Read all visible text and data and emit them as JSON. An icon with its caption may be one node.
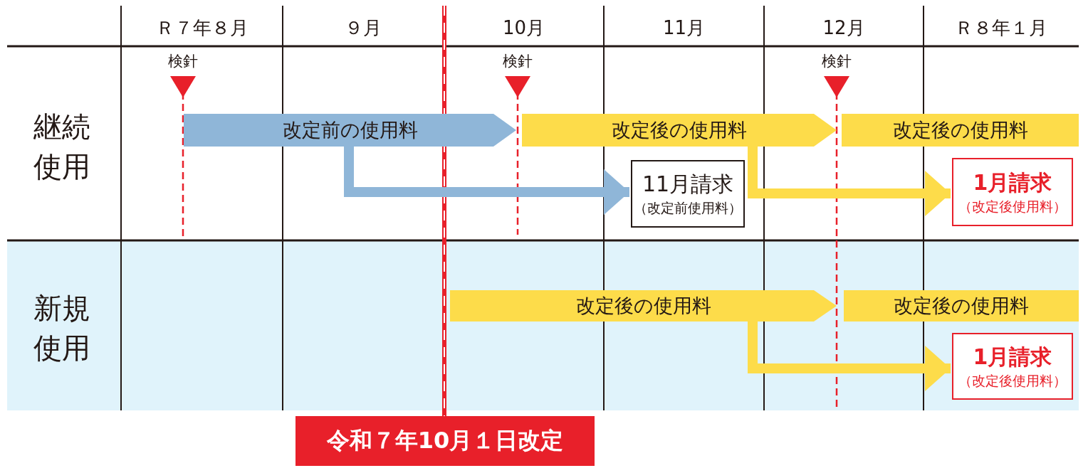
{
  "diagram": {
    "nodes": [
      {
        "text": [
          "改定前の使用料"
        ]
      },
      {
        "text": [
          "改定後の使用料"
        ]
      },
      {
        "text": [
          "改定後の使用料"
        ]
      },
      {
        "text": [
          "11月請求",
          "（改定前使用料）"
        ]
      },
      {
        "text": [
          "1月請求",
          "（改定後使用料）"
        ]
      },
      {
        "text": [
          "改定後の使用料"
        ]
      },
      {
        "text": [
          "改定後の使用料"
        ]
      },
      {
        "text": [
          "1月請求",
          "（改定後使用料）"
        ]
      },
      {
        "text": [
          "令和７年10月１日改定"
        ]
      }
    ],
    "edges": [
      {
        "from": 0,
        "to": 3,
        "arrow": "to",
        "color": "#8fb6d8"
      },
      {
        "from": 1,
        "to": 4,
        "arrow": "to"
      },
      {
        "from": 5,
        "to": 7,
        "arrow": "to"
      }
    ],
    "labels": [
      "Ｒ７年８月",
      "９月",
      "10月",
      "11月",
      "12月",
      "Ｒ８年１月",
      "検針",
      "検針",
      "検針",
      "継続使用",
      "新規使用"
    ]
  }
}
